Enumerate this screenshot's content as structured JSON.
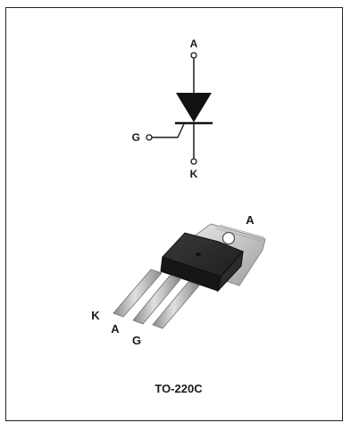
{
  "symbol": {
    "anode_label": "A",
    "gate_label": "G",
    "cathode_label": "K"
  },
  "package": {
    "tab_label": "A",
    "pin_labels": [
      "K",
      "A",
      "G"
    ],
    "name": "TO-220C"
  },
  "colors": {
    "ink": "#1a1a1a",
    "body_dark": "#252525",
    "tab_metal": "#cfcfcf",
    "lead_metal": "#b8b8b8"
  }
}
